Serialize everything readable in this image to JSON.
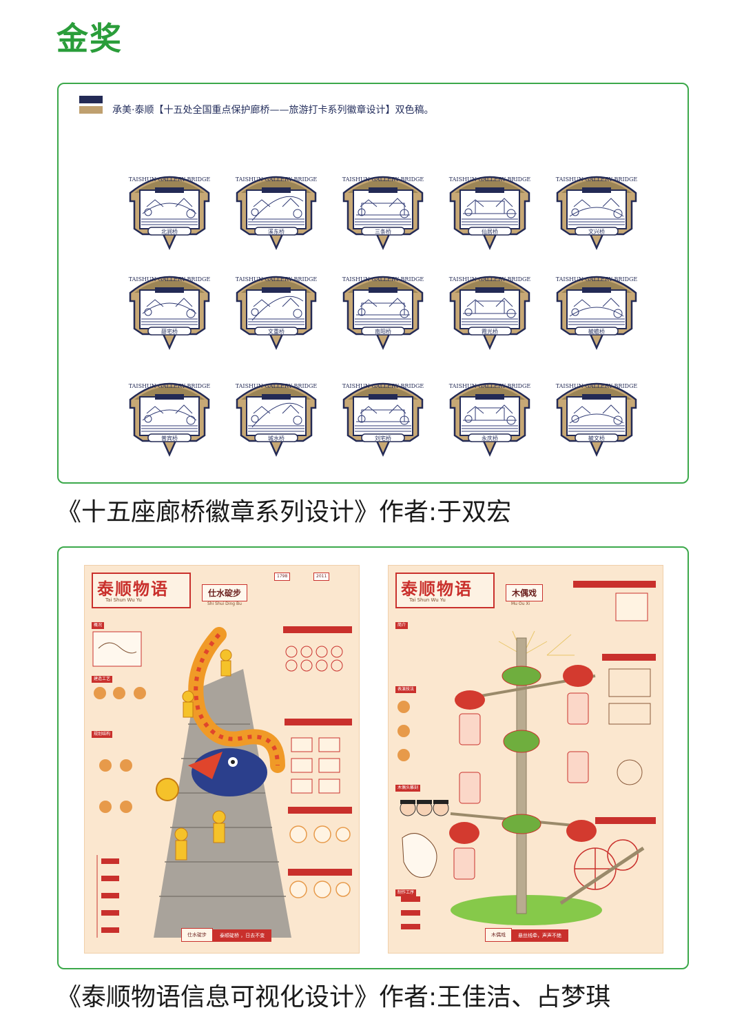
{
  "heading": "金奖",
  "work1": {
    "board_title": "承美·泰顺【十五处全国重点保护廊桥——旅游打卡系列徽章设计】双色稿。",
    "badge_arch_text": "TAISHUN GALLERY BRIDGE",
    "badges": [
      "北涧桥",
      "溪东桥",
      "三条桥",
      "仙居桥",
      "文兴桥",
      "薛宅桥",
      "文重桥",
      "南阳桥",
      "霞光桥",
      "毓蟾桥",
      "普宾桥",
      "城水桥",
      "刘宅桥",
      "永庆桥",
      "毓文桥"
    ],
    "caption": "《十五座廊桥徽章系列设计》作者:于双宏"
  },
  "work2": {
    "poster1": {
      "title": "泰顺物语",
      "subtitle": "Tai Shun Wu Yu",
      "tag": "仕水碇步",
      "tag_sub": "Shi Shui Ding Bu",
      "years": [
        "1798",
        "2011"
      ],
      "sections": [
        "概况",
        "建造工艺",
        "规划结构"
      ],
      "footer_left": "仕水碇步",
      "footer_right": "泰顺碇桥 ，日去不变"
    },
    "poster2": {
      "title": "泰顺物语",
      "subtitle": "Tai Shun Wu Yu",
      "tag": "木偶戏",
      "tag_sub": "Mu Ou Xi",
      "sections": [
        "简介",
        "表演技法",
        "木偶头雕刻",
        "制作工序"
      ],
      "footer_left": "木偶戏",
      "footer_right": "悬丝线牵，声声不绝"
    },
    "caption": "《泰顺物语信息可视化设计》作者:王佳洁、占梦琪"
  },
  "colors": {
    "award_green": "#2a9d3a",
    "frame_green": "#3ba84a",
    "navy": "#232a55",
    "gold": "#bfa06f",
    "poster_red": "#c9302c",
    "poster_bg": "#fbe7cf"
  }
}
